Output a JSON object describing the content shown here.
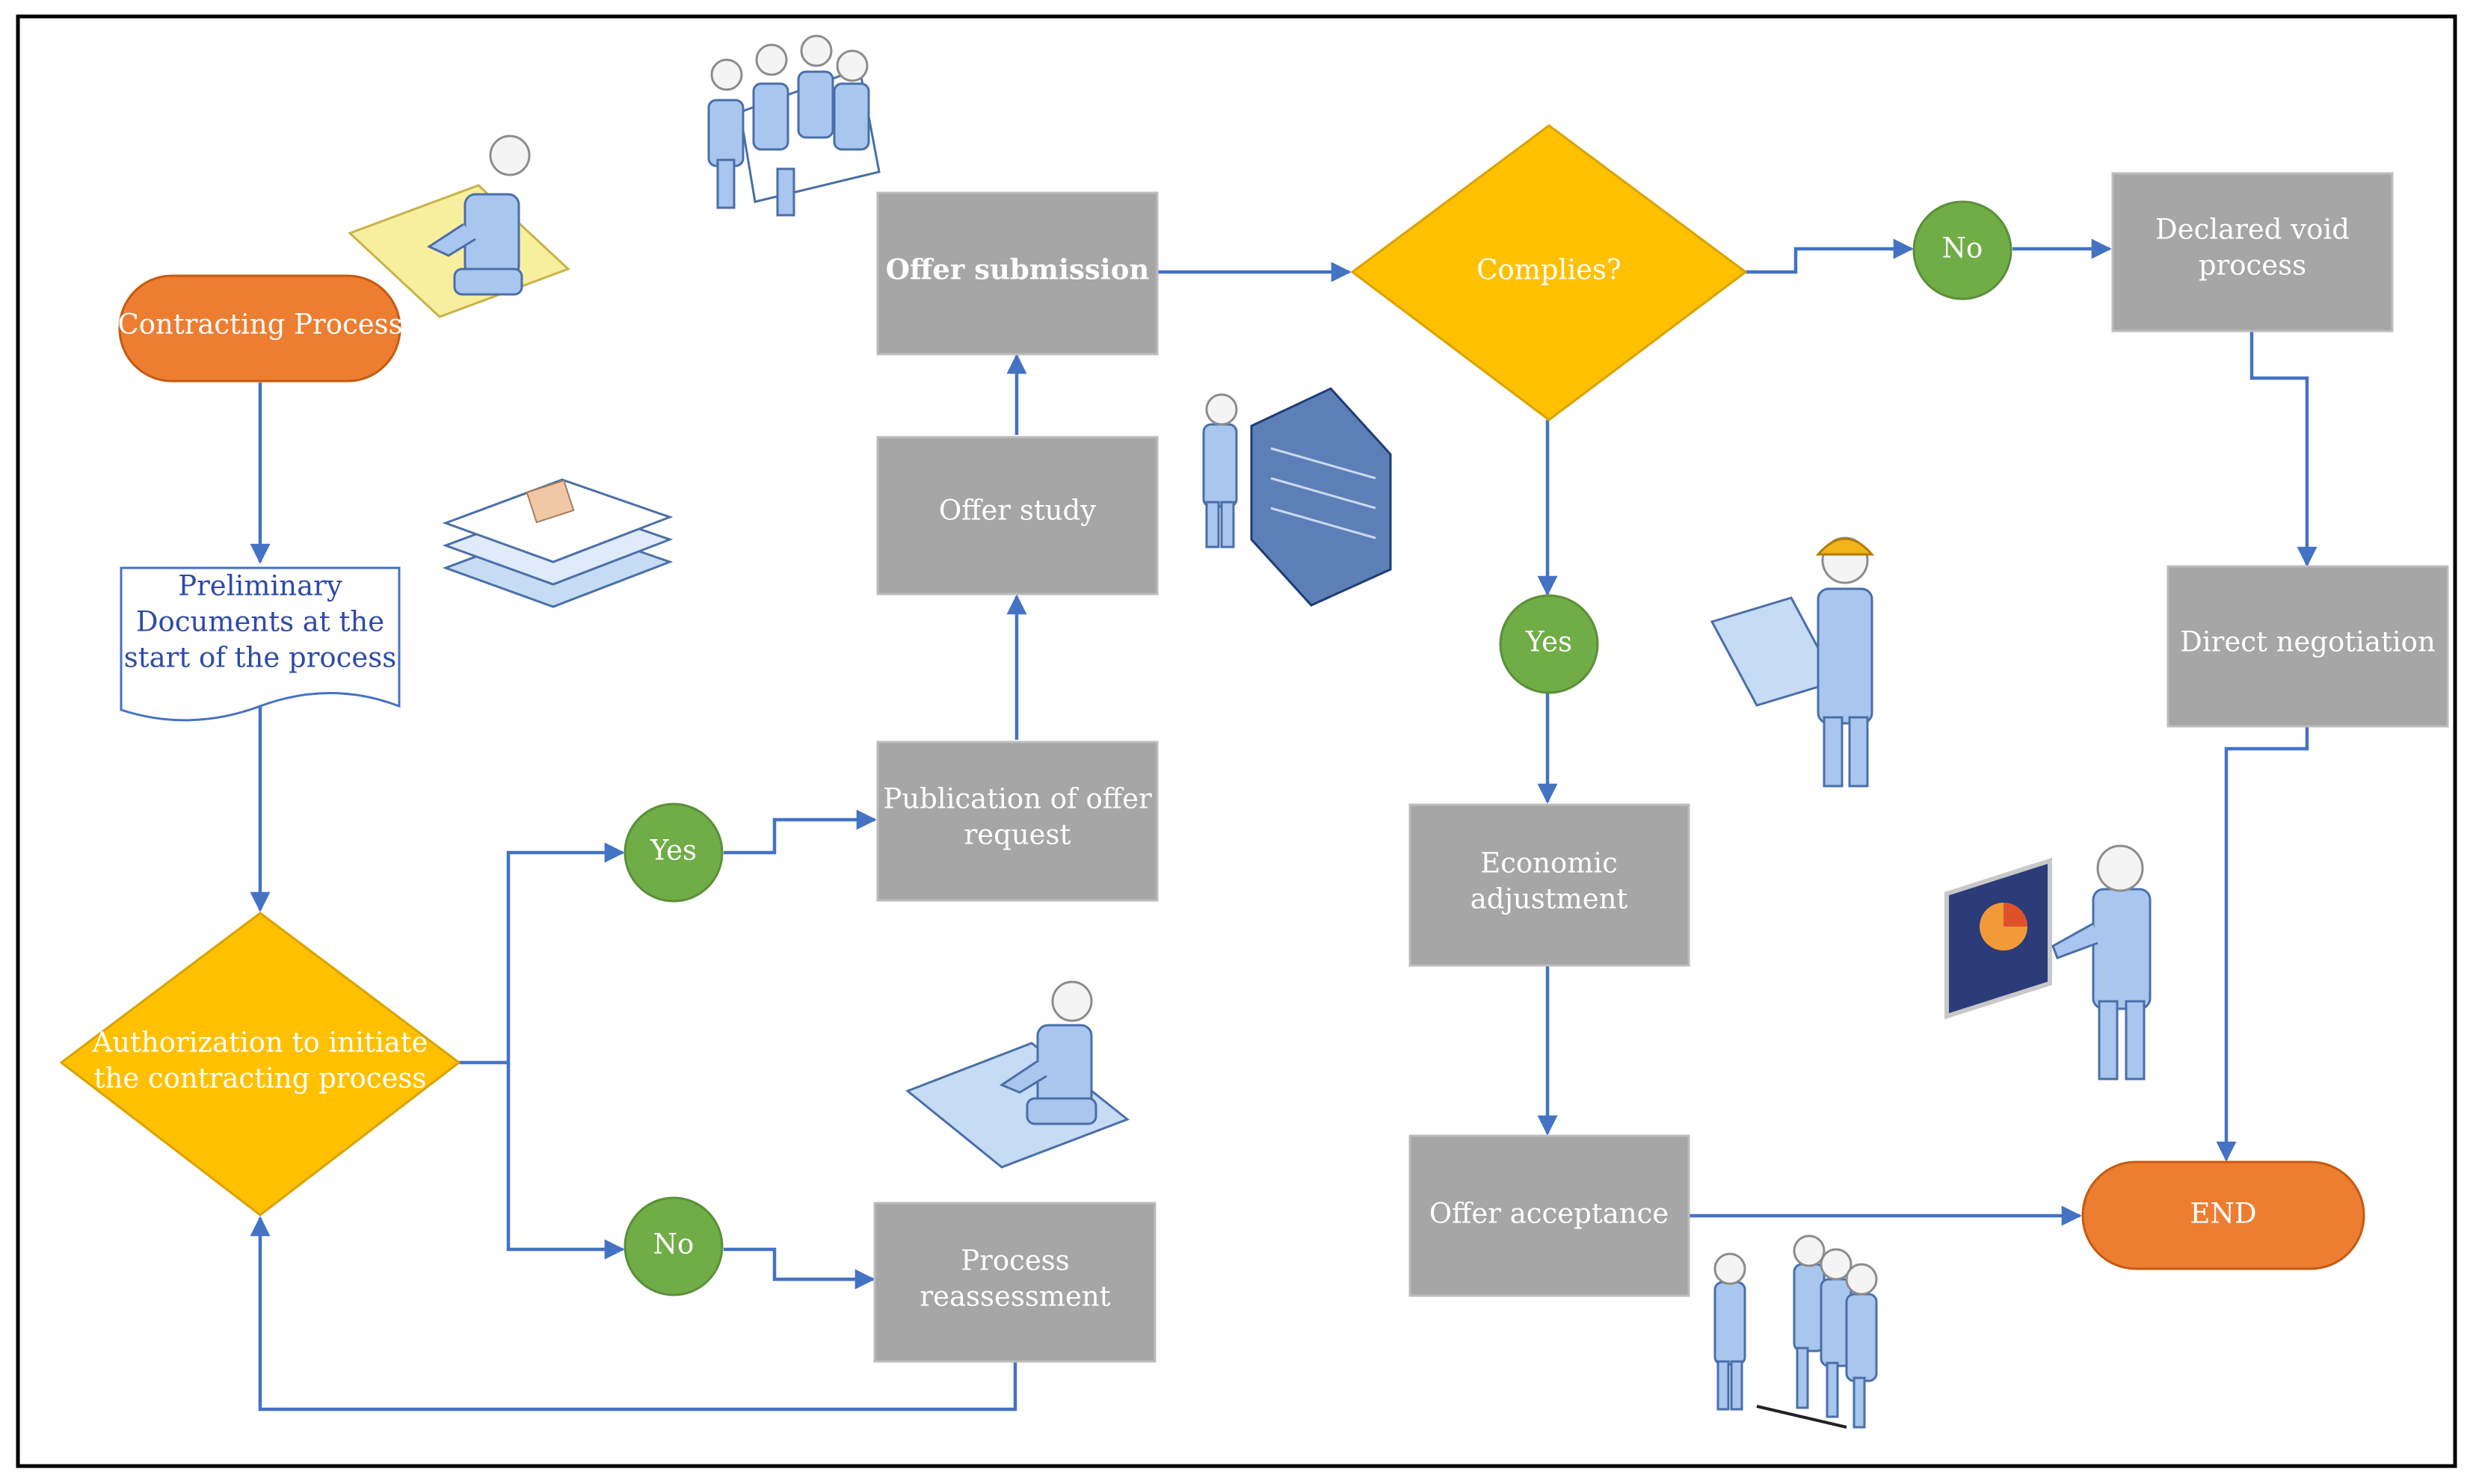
{
  "nodes": {
    "start": "Contracting Process",
    "docs": [
      "Preliminary",
      "Documents at the",
      "start of the process"
    ],
    "auth": [
      "Authorization to initiate",
      "the contracting process"
    ],
    "yes1": "Yes",
    "no1": "No",
    "publication": [
      "Publication of offer",
      "request"
    ],
    "reassessment": [
      "Process",
      "reassessment"
    ],
    "study": "Offer study",
    "submission": "Offer submission",
    "complies": "Complies?",
    "yes2": "Yes",
    "no2": "No",
    "economic": [
      "Economic",
      "adjustment"
    ],
    "acceptance": "Offer acceptance",
    "void": [
      "Declared void",
      "process"
    ],
    "negotiation": "Direct negotiation",
    "end": "END"
  },
  "colors": {
    "process": "#a6a6a6",
    "terminal": "#ed7d31",
    "decision": "#ffc000",
    "answer": "#70ad47",
    "connector": "#4472c4",
    "document_text": "#2e4aa8"
  },
  "icons": [
    "person-writing-icon",
    "meeting-table-icon",
    "document-stack-icon",
    "server-rack-icon",
    "engineer-blueprint-icon",
    "person-drafting-icon",
    "presentation-chart-icon",
    "team-measuring-icon"
  ]
}
